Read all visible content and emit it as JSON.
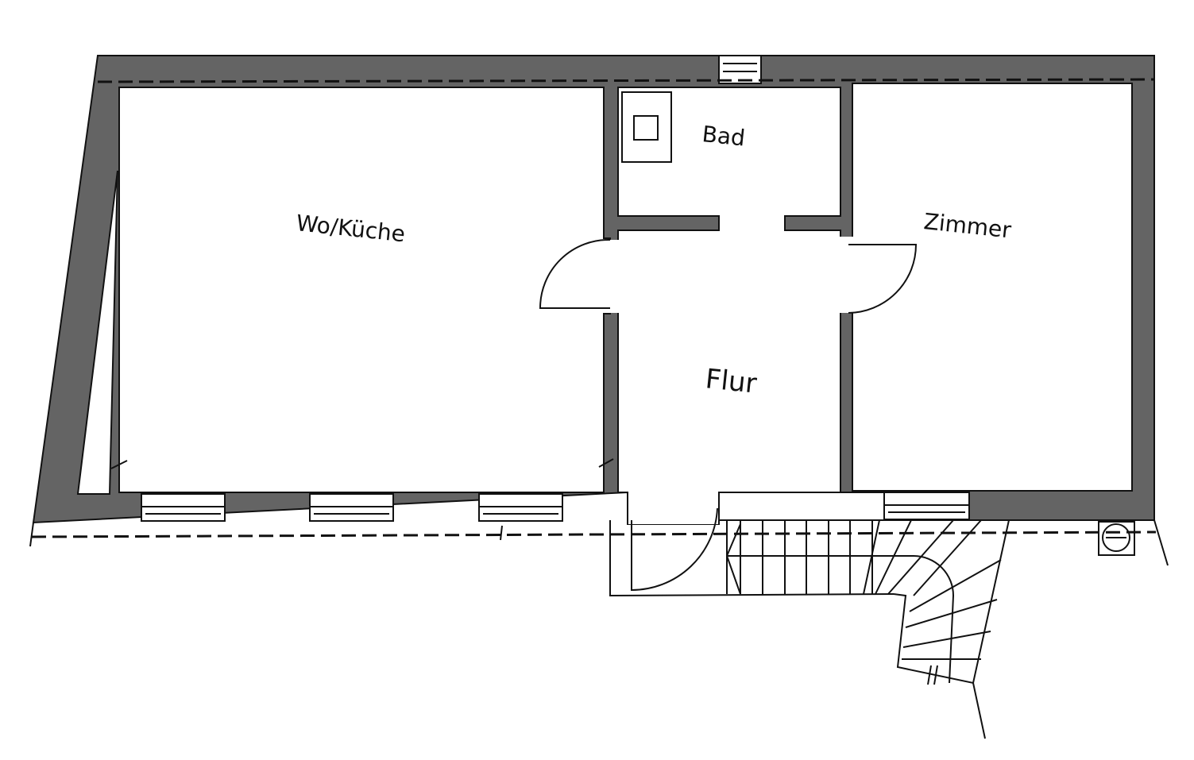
{
  "plan": {
    "rooms": {
      "living_kitchen": "Wo/Küche",
      "bath": "Bad",
      "hall": "Flur",
      "room": "Zimmer"
    },
    "colors": {
      "wall": "#646464",
      "line": "#111111",
      "background": "#ffffff"
    }
  }
}
